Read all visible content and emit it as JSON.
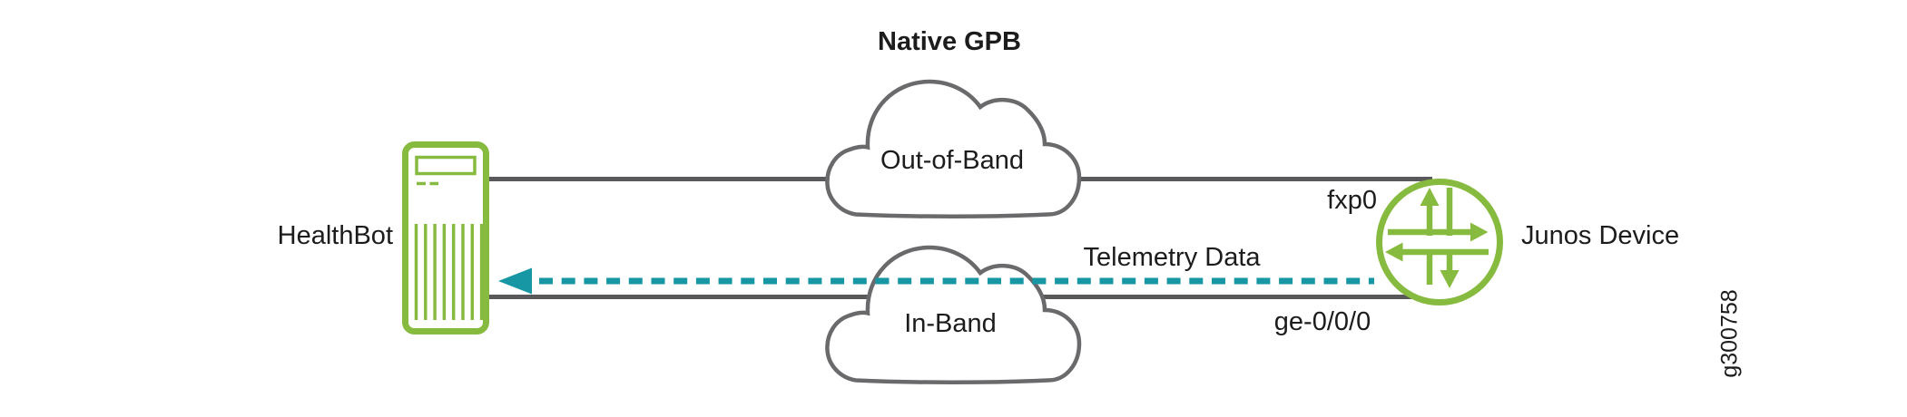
{
  "figure": {
    "title": "Native GPB",
    "figure_number": "g300758"
  },
  "nodes": {
    "healthbot": {
      "label": "HealthBot",
      "icon": "server-icon"
    },
    "junos_device": {
      "label": "Junos Device",
      "icon": "juniper-router-icon"
    }
  },
  "networks": {
    "out_of_band": {
      "label": "Out-of-Band",
      "interface": "fxp0"
    },
    "in_band": {
      "label": "In-Band",
      "interface": "ge-0/0/0"
    }
  },
  "flows": {
    "telemetry": {
      "label": "Telemetry Data",
      "direction": "junos-device-to-healthbot"
    }
  },
  "colors": {
    "green": "#87BB40",
    "teal": "#1796A4",
    "line_gray": "#59595B",
    "cloud_gray": "#6A6A6C",
    "text": "#1C1C1C",
    "background": "#FFFFFF"
  }
}
